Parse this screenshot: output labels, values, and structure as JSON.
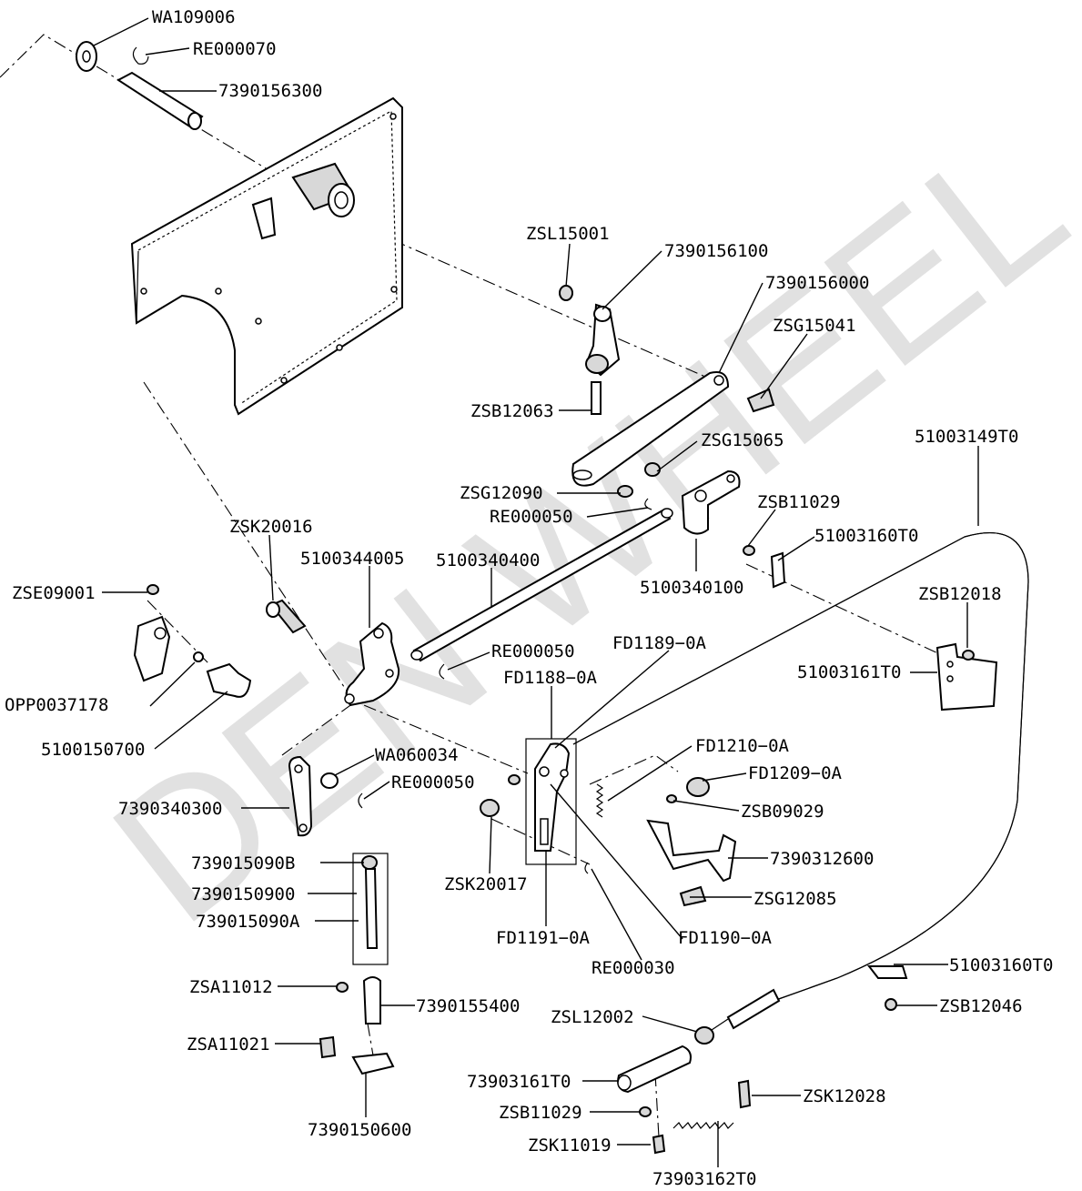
{
  "watermark": "DEN WHEEL",
  "labels": {
    "wa109006": "WA109006",
    "re000070": "RE000070",
    "p7390156300": "7390156300",
    "zsl15001": "ZSL15001",
    "p7390156100": "7390156100",
    "p7390156000": "7390156000",
    "zsg15041": "ZSG15041",
    "zsb12063": "ZSB12063",
    "p51003149t0": "51003149T0",
    "zsg15065": "ZSG15065",
    "zsg12090": "ZSG12090",
    "re000050_a": "RE000050",
    "zsb11029_a": "ZSB11029",
    "p51003160t0_a": "51003160T0",
    "zsk20016": "ZSK20016",
    "p5100344005": "5100344005",
    "p5100340400": "5100340400",
    "p5100340100": "5100340100",
    "zse09001": "ZSE09001",
    "zsb12018": "ZSB12018",
    "p51003161t0_a": "51003161T0",
    "fd1189": "FD1189−0A",
    "re000050_b": "RE000050",
    "fd1188": "FD1188−0A",
    "opp0037178": "OPP0037178",
    "p5100150700": "5100150700",
    "fd1210": "FD1210−0A",
    "wa060034": "WA060034",
    "fd1209": "FD1209−0A",
    "re000050_c": "RE000050",
    "p7390340300": "7390340300",
    "zsb09029": "ZSB09029",
    "p7390312600": "7390312600",
    "p739015090b": "739015090B",
    "p7390150900": "7390150900",
    "zsk20017": "ZSK20017",
    "zsg12085": "ZSG12085",
    "p739015090a": "739015090A",
    "fd1191": "FD1191−0A",
    "fd1190": "FD1190−0A",
    "re000030": "RE000030",
    "p51003160t0_b": "51003160T0",
    "zsa11012": "ZSA11012",
    "p7390155400": "7390155400",
    "zsb12046": "ZSB12046",
    "zsl12002": "ZSL12002",
    "zsa11021": "ZSA11021",
    "p73903161t0": "73903161T0",
    "zsk12028": "ZSK12028",
    "zsb11029_b": "ZSB11029",
    "p7390150600": "7390150600",
    "zsk11019": "ZSK11019",
    "p73903162t0": "73903162T0"
  }
}
